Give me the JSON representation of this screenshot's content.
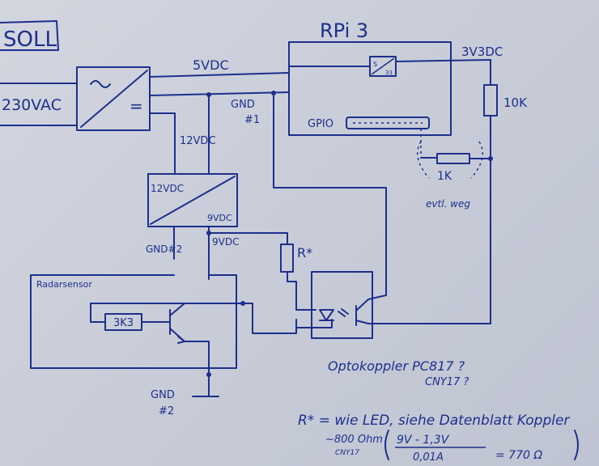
{
  "labels": {
    "title": "SOLL",
    "rpi": "RPi 3",
    "v3v3": "3V3DC",
    "v5": "5VDC",
    "v230": "230VAC",
    "gnd1": "GND",
    "gnd1_num": "#1",
    "gpio": "GPIO",
    "r10k": "10K",
    "r1k": "1K",
    "evtl": "evtl. weg",
    "v12_wire": "12VDC",
    "conv_in": "12VDC",
    "conv_out": "9VDC",
    "gnd2": "GND#2",
    "v9": "9VDC",
    "rstar": "R*",
    "sensor": "Radarsensor",
    "r3k3": "3K3",
    "gnd_bottom": "GND",
    "gnd_bottom_num": "#2",
    "opto1": "Optokoppler PC817 ?",
    "opto2": "CNY17 ?",
    "note1": "R* = wie LED, siehe Datenblatt Koppler",
    "note2": "~800 Ohm",
    "note2_sub": "CNY17",
    "frac_num": "9V - 1,3V",
    "frac_den": "0,01A",
    "frac_res": "= 770 Ω",
    "reg_s": "S",
    "reg_33": "33",
    "dc_eq": "="
  }
}
